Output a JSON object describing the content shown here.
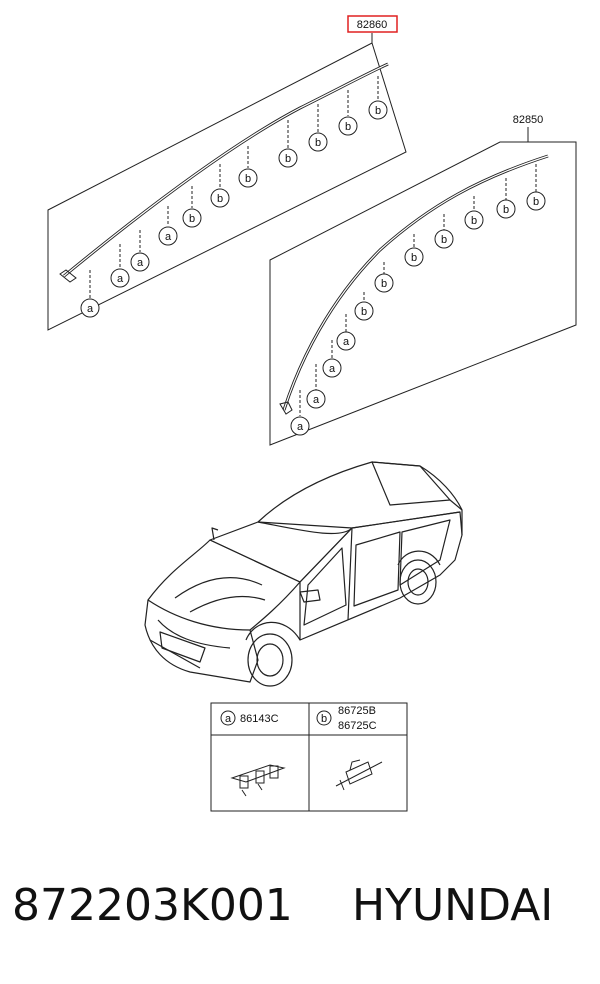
{
  "parts": {
    "roof_molding_left": "82860",
    "roof_molding_right": "82850"
  },
  "callouts": {
    "a": "a",
    "b": "b"
  },
  "legend": {
    "a_part": "86143C",
    "b_part_1": "86725B",
    "b_part_2": "86725C"
  },
  "part_number": "872203K001",
  "brand": "HYUNDAI",
  "colors": {
    "highlight_box": "#e02020",
    "line": "#222222"
  }
}
